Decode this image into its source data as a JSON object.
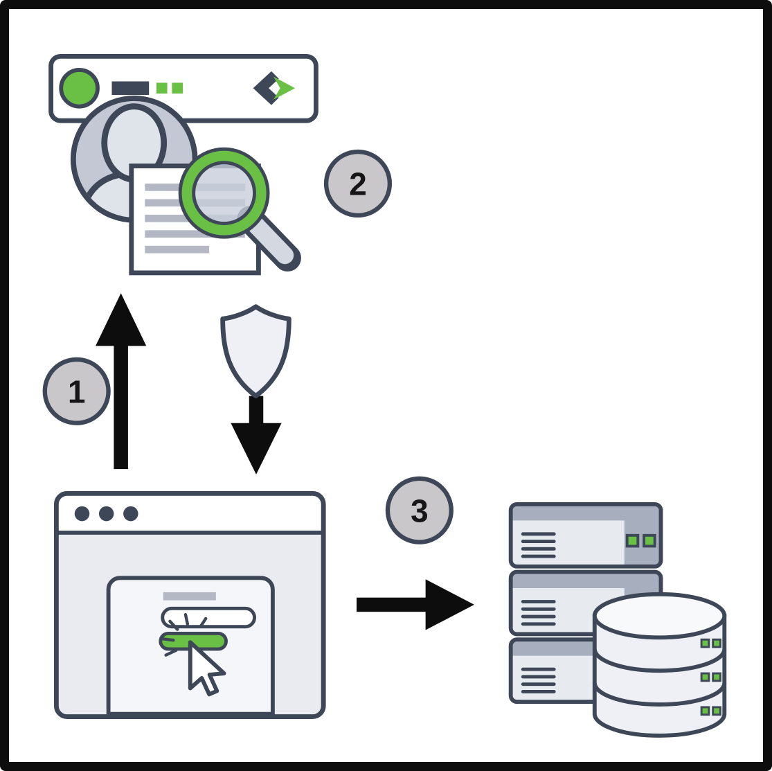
{
  "diagram": {
    "steps": [
      {
        "label": "1"
      },
      {
        "label": "2"
      },
      {
        "label": "3"
      }
    ],
    "icons": [
      "browser-searchbar-icon",
      "brand-logo-icon",
      "user-avatar-icon",
      "document-icon",
      "magnifier-icon",
      "shield-icon",
      "arrow-up-icon",
      "arrow-down-icon",
      "arrow-right-icon",
      "login-window-icon",
      "form-input-icon",
      "submit-button-icon",
      "cursor-click-icon",
      "click-burst-icon",
      "server-stack-icon",
      "database-icon"
    ]
  },
  "colors": {
    "green": "#6abf45",
    "dark": "#3d4757",
    "black": "#0d0d0d",
    "badge": "#c9c7c9",
    "gray_mid": "#c3c8d4",
    "gray_light": "#e9ebf1",
    "panel": "#f5f6f9",
    "line_gray": "#b3b8c4",
    "bezel": "#a7aebd",
    "face": "#e7eaef",
    "lighter": "#dfe3ea",
    "db_body": "#eef0f5",
    "db_top": "#f8f9fb",
    "handle": "#d4d8e0",
    "glass": "#c7cdda",
    "shield_fill": "#eef0f5",
    "text": "#161616"
  }
}
